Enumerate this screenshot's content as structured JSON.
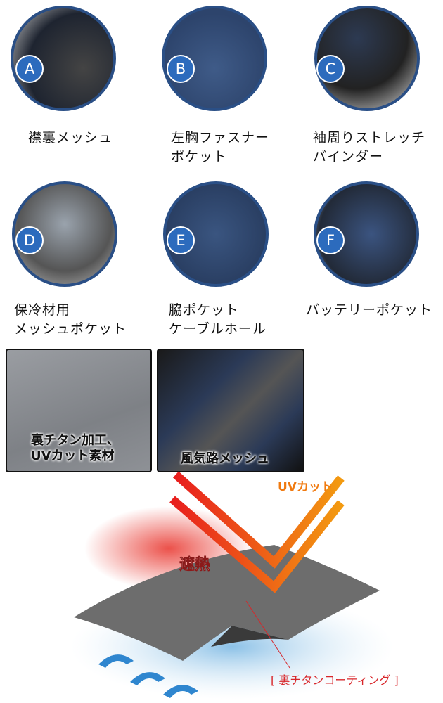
{
  "features": [
    {
      "badge": "A",
      "label": "襟裏メッシュ"
    },
    {
      "badge": "B",
      "label": "左胸ファスナー\nポケット"
    },
    {
      "badge": "C",
      "label": "袖周りストレッチ\nバインダー"
    },
    {
      "badge": "D",
      "label": "保冷材用\nメッシュポケット"
    },
    {
      "badge": "E",
      "label": "脇ポケット\nケーブルホール"
    },
    {
      "badge": "F",
      "label": "バッテリーポケット"
    }
  ],
  "photos": [
    {
      "caption": "裏チタン加工、\nUVカット素材"
    },
    {
      "caption": "風気路メッシュ"
    }
  ],
  "diagram": {
    "uv_label": "UVカット",
    "heat_label": "遮熱",
    "coating_label": "[ 裏チタンコーティング ]"
  },
  "colors": {
    "badge": "#2c6bbd",
    "circle_border": "#2a4f86",
    "uv": "#f07a10",
    "coating": "#d8262a"
  }
}
